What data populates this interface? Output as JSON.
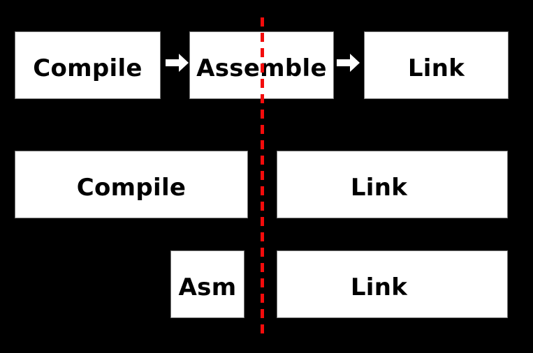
{
  "diagram": {
    "colors": {
      "background": "#000000",
      "box_fill": "#ffffff",
      "box_border": "#777777",
      "label_text": "#000000",
      "arrow_fill": "#ffffff",
      "divider_red": "#f30b0b"
    },
    "top_row": {
      "boxes": [
        {
          "label": "Compile"
        },
        {
          "label": "Assemble"
        },
        {
          "label": "Link"
        }
      ]
    },
    "middle_row": {
      "boxes": [
        {
          "label": "Compile"
        },
        {
          "label": "Link"
        }
      ]
    },
    "bottom_row": {
      "boxes": [
        {
          "label": "Asm"
        },
        {
          "label": "Link"
        }
      ]
    },
    "arrows": [
      {
        "icon": "right-arrow"
      },
      {
        "icon": "right-arrow"
      }
    ],
    "divider": {
      "orientation": "vertical",
      "style": "dashed"
    }
  }
}
